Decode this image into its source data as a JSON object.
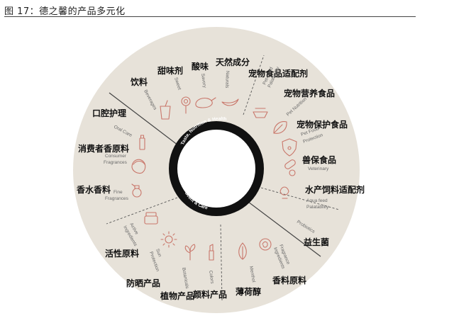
{
  "figure_title": "图 17：德之馨的产品多元化",
  "ring": {
    "upper_label": "Taste, Nutrition & Health",
    "lower_label": "Scent & Care"
  },
  "segments": [
    {
      "zh": "饮料",
      "en": "Beverages",
      "icon": "cup-icon"
    },
    {
      "zh": "甜味剂",
      "en": "Sweet",
      "icon": "lollipop-icon"
    },
    {
      "zh": "酸味",
      "en": "Savory",
      "icon": "roast-chicken-icon"
    },
    {
      "zh": "天然成分",
      "en": "Naturals",
      "icon": "banana-icon"
    },
    {
      "zh": "宠物食品适配剂",
      "en": "Pet Food Palatability",
      "icon": "pet-bowl-icon"
    },
    {
      "zh": "宠物营养食品",
      "en": "Pet Nutrition",
      "icon": "leaf-icon"
    },
    {
      "zh": "宠物保护食品",
      "en": "Pet Food Protection",
      "icon": "shield-paw-icon"
    },
    {
      "zh": "兽保食品",
      "en": "Veterinary",
      "icon": "capsule-icon"
    },
    {
      "zh": "水产饲料适配剂",
      "en": "Aqua feed Palatability",
      "icon": "fish-icon"
    },
    {
      "zh": "益生菌",
      "en": "Probiotics",
      "icon": ""
    },
    {
      "zh": "香料原料",
      "en": "Fragrance Ingredients",
      "icon": "rose-icon"
    },
    {
      "zh": "薄荷醇",
      "en": "Menthol",
      "icon": "mint-leaf-icon"
    },
    {
      "zh": "颜料产品",
      "en": "Colors",
      "icon": "lipstick-icon"
    },
    {
      "zh": "植物产品",
      "en": "Botanicals",
      "icon": "plant-icon"
    },
    {
      "zh": "防晒产品",
      "en": "Sun Protection",
      "icon": "sun-icon"
    },
    {
      "zh": "活性原料",
      "en": "Active Ingredients",
      "icon": "cream-jar-icon"
    },
    {
      "zh": "香水香料",
      "en": "Fine Fragrances",
      "icon": "perfume-icon"
    },
    {
      "zh": "消费者香原料",
      "en": "Consumer Fragrances",
      "icon": "face-icon"
    },
    {
      "zh": "口腔护理",
      "en": "Oral Care",
      "icon": "toothpaste-icon"
    }
  ],
  "colors": {
    "disc": "#e7e2d9",
    "ring": "#111111",
    "icon": "#c9766a",
    "divider": "#555555"
  }
}
